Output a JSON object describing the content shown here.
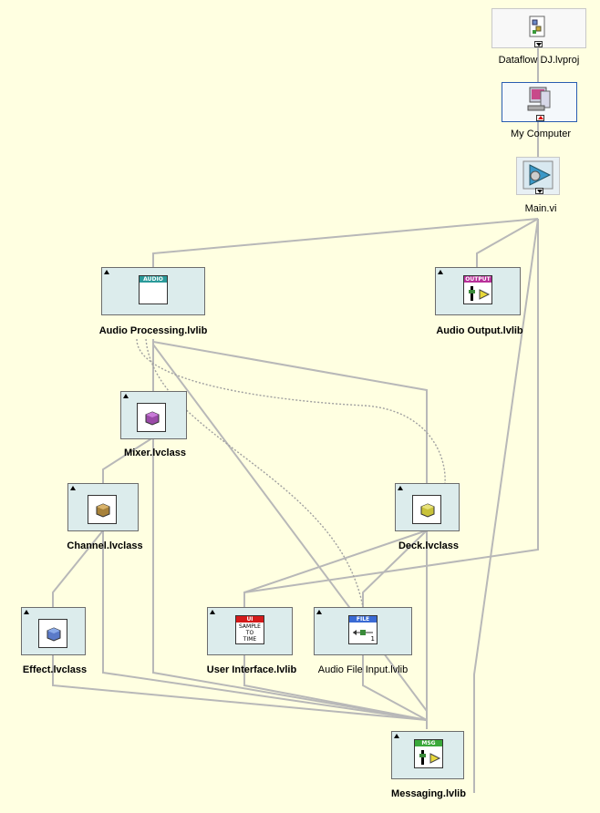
{
  "project": {
    "label": "Dataflow DJ.lvproj",
    "icon": "project-file-icon"
  },
  "target": {
    "label": "My Computer",
    "icon": "computer-icon"
  },
  "main_vi": {
    "label": "Main.vi",
    "icon": "vi-play-icon"
  },
  "libraries": {
    "audio_processing": {
      "label": "Audio Processing.lvlib",
      "banner": "AUDIO",
      "banner_color": "#2a9a9a"
    },
    "audio_output": {
      "label": "Audio Output.lvlib",
      "banner": "OUTPUT",
      "banner_color": "#b8309a"
    },
    "user_interface": {
      "label": "User Interface.lvlib",
      "banner": "UI",
      "banner_color": "#d41a1a",
      "body_text": [
        "SAMPLE",
        "TO",
        "TIME"
      ]
    },
    "audio_file_input": {
      "label": "Audio File Input.lvlib",
      "banner": "FILE",
      "banner_color": "#3a6ad4",
      "body_text": "1"
    },
    "messaging": {
      "label": "Messaging.lvlib",
      "banner": "MSG",
      "banner_color": "#3aa83a"
    }
  },
  "classes": {
    "mixer": {
      "label": "Mixer.lvclass",
      "cube_color": "#9a4aa8"
    },
    "channel": {
      "label": "Channel.lvclass",
      "cube_color": "#a8823a"
    },
    "deck": {
      "label": "Deck.lvclass",
      "cube_color": "#c8c23a"
    },
    "effect": {
      "label": "Effect.lvclass",
      "cube_color": "#5a7ac8"
    }
  },
  "colors": {
    "background": "#ffffe1",
    "edge": "#b8b8b8",
    "node_fill": "#dcecec"
  }
}
